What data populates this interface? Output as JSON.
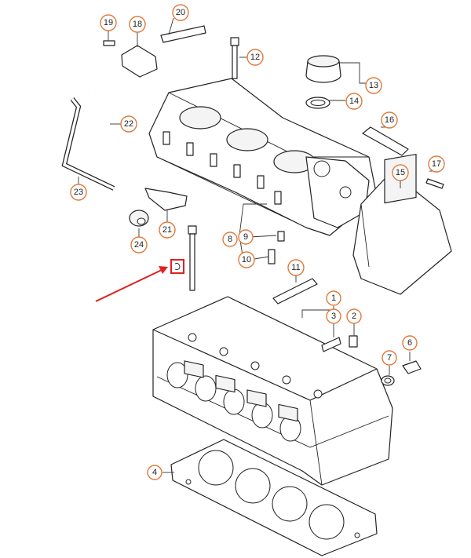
{
  "callouts": [
    {
      "label": "1"
    },
    {
      "label": "2"
    },
    {
      "label": "3"
    },
    {
      "label": "4"
    },
    {
      "label": "5"
    },
    {
      "label": "6"
    },
    {
      "label": "7"
    },
    {
      "label": "8"
    },
    {
      "label": "9"
    },
    {
      "label": "10"
    },
    {
      "label": "11"
    },
    {
      "label": "12"
    },
    {
      "label": "13"
    },
    {
      "label": "14"
    },
    {
      "label": "15"
    },
    {
      "label": "16"
    },
    {
      "label": "17"
    },
    {
      "label": "18"
    },
    {
      "label": "19"
    },
    {
      "label": "20"
    },
    {
      "label": "21"
    },
    {
      "label": "22"
    },
    {
      "label": "23"
    },
    {
      "label": "24"
    }
  ],
  "colors": {
    "callout_ring": "#e07a3a",
    "highlight_box": "#e02020",
    "arrow": "#e02020",
    "line": "#222222"
  }
}
